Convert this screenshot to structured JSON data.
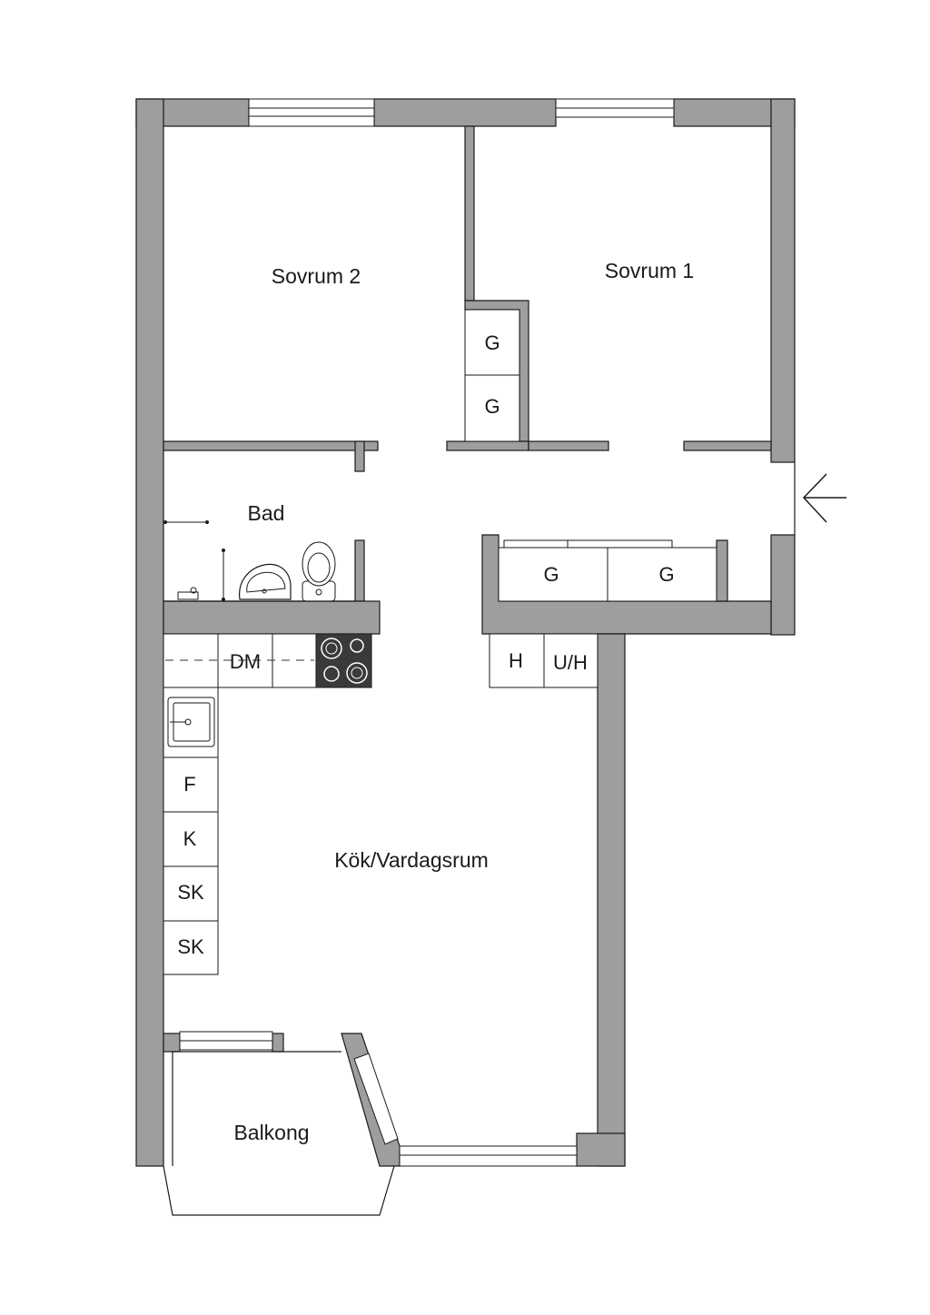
{
  "rooms": {
    "sovrum2": "Sovrum 2",
    "sovrum1": "Sovrum 1",
    "bad": "Bad",
    "kok_vardagsrum": "Kök/Vardagsrum",
    "balkong": "Balkong"
  },
  "fixtures": {
    "closet_g": "G",
    "dishwasher": "DM",
    "fridge": "F",
    "freezer": "K",
    "cabinet": "SK",
    "shelf": "H",
    "shelf_heated": "U/H"
  },
  "icons": {
    "entrance": "arrow-left-icon",
    "stove": "stove-icon",
    "sink": "sink-icon",
    "toilet": "toilet-icon",
    "washbasin": "washbasin-icon"
  },
  "colors": {
    "wall": "#9e9e9e",
    "stove": "#3a3a3a",
    "line": "#1a1a1a"
  }
}
